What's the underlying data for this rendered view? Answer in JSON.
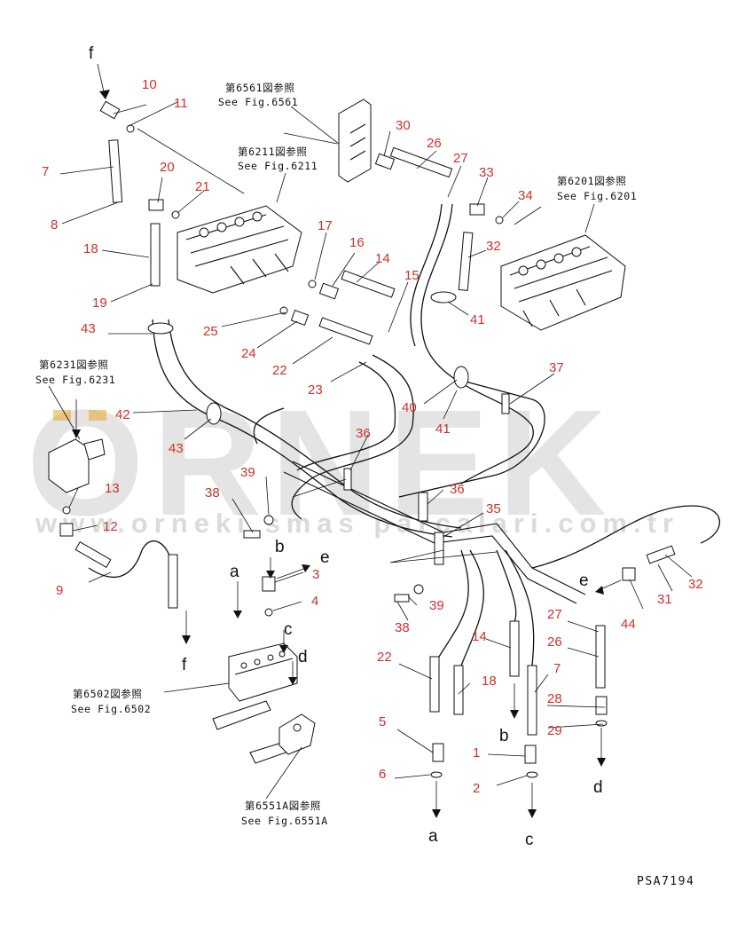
{
  "watermark": {
    "brand": "ORNEK",
    "url": "www.orneki smas parcalari.com.tr"
  },
  "drawing_code": "PSA7194",
  "references": [
    {
      "id": "fig6561",
      "jp": "第6561図参照",
      "en": "See Fig.6561"
    },
    {
      "id": "fig6211",
      "jp": "第6211図参照",
      "en": "See Fig.6211"
    },
    {
      "id": "fig6201",
      "jp": "第6201図参照",
      "en": "See Fig.6201"
    },
    {
      "id": "fig6231",
      "jp": "第6231図参照",
      "en": "See Fig.6231"
    },
    {
      "id": "fig6502",
      "jp": "第6502図参照",
      "en": "See Fig.6502"
    },
    {
      "id": "fig6551A",
      "jp": "第6551A図参照",
      "en": "See Fig.6551A"
    }
  ],
  "part_numbers": [
    "10",
    "11",
    "30",
    "26",
    "27",
    "33",
    "34",
    "7",
    "20",
    "21",
    "17",
    "16",
    "14",
    "15",
    "32",
    "8",
    "18",
    "19",
    "43",
    "25",
    "24",
    "22",
    "23",
    "41",
    "37",
    "40",
    "41b",
    "42",
    "43b",
    "36",
    "39",
    "38",
    "13",
    "12",
    "35",
    "36b",
    "3",
    "4",
    "9",
    "44",
    "31",
    "32b",
    "27b",
    "26b",
    "22b",
    "14b",
    "18b",
    "7b",
    "28",
    "5",
    "29",
    "1",
    "6",
    "2",
    "39b",
    "38b"
  ],
  "part_labels": {
    "10": "10",
    "11": "11",
    "30": "30",
    "26": "26",
    "27": "27",
    "33": "33",
    "34": "34",
    "7": "7",
    "20": "20",
    "21": "21",
    "17": "17",
    "16": "16",
    "14": "14",
    "15": "15",
    "32": "32",
    "8": "8",
    "18": "18",
    "19": "19",
    "43": "43",
    "25": "25",
    "24": "24",
    "22": "22",
    "23": "23",
    "41": "41",
    "37": "37",
    "40": "40",
    "41b": "41",
    "42": "42",
    "43b": "43",
    "36": "36",
    "39": "39",
    "38": "38",
    "13": "13",
    "12": "12",
    "35": "35",
    "36b": "36",
    "3": "3",
    "4": "4",
    "9": "9",
    "44": "44",
    "31": "31",
    "32b": "32",
    "27b": "27",
    "26b": "26",
    "22b": "22",
    "14b": "14",
    "18b": "18",
    "7b": "7",
    "28": "28",
    "5": "5",
    "29": "29",
    "1": "1",
    "6": "6",
    "2": "2",
    "39b": "39",
    "38b": "38"
  },
  "connection_letters": {
    "f_top": "f",
    "f_bottom": "f",
    "a_top": "a",
    "a_bottom": "a",
    "b_top": "b",
    "b_bottom": "b",
    "c_top": "c",
    "c_bottom": "c",
    "d_top": "d",
    "d_bottom": "d",
    "e_top": "e",
    "e_bottom": "e"
  },
  "colors": {
    "part_number": "#d0302a",
    "line": "#111111",
    "watermark": "#cfcfcf",
    "accent": "#e8a21a"
  }
}
